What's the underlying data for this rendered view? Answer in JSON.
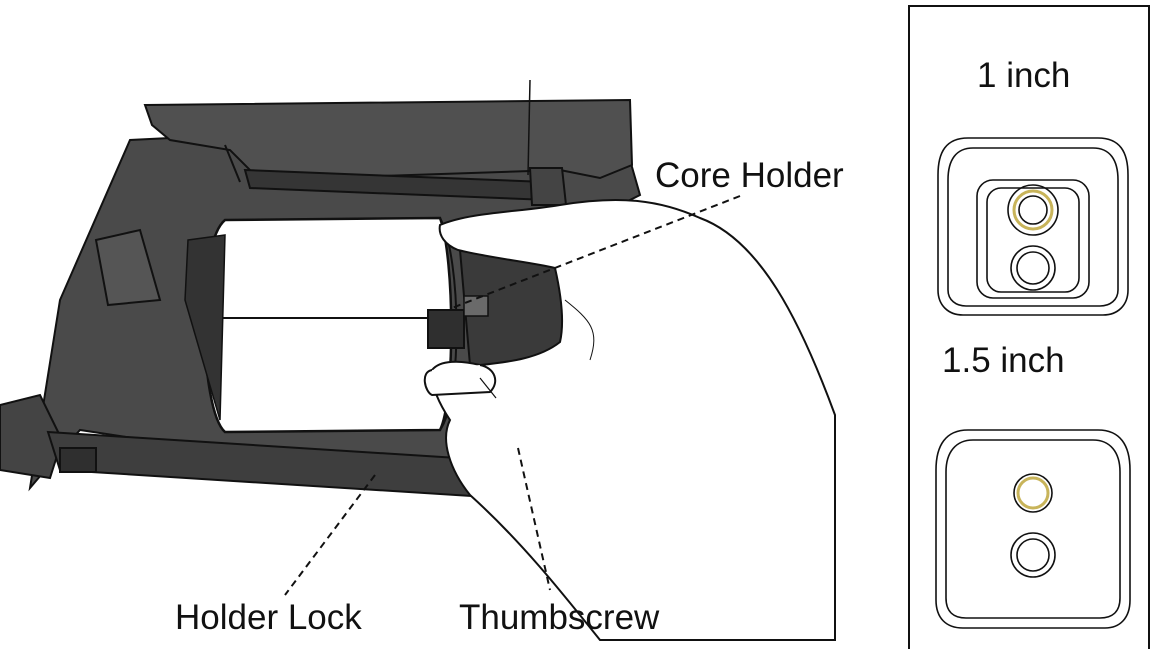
{
  "callouts": {
    "core_holder": "Core Holder",
    "holder_lock": "Holder Lock",
    "thumbscrew": "Thumbscrew"
  },
  "core_sizes": {
    "one_inch": "1 inch",
    "one_and_half_inch": "1.5 inch"
  },
  "colors": {
    "printer_body": "#4a4a4a",
    "printer_dark": "#2f2f2f",
    "outline": "#111111",
    "hub_ring": "#c8b45a"
  }
}
